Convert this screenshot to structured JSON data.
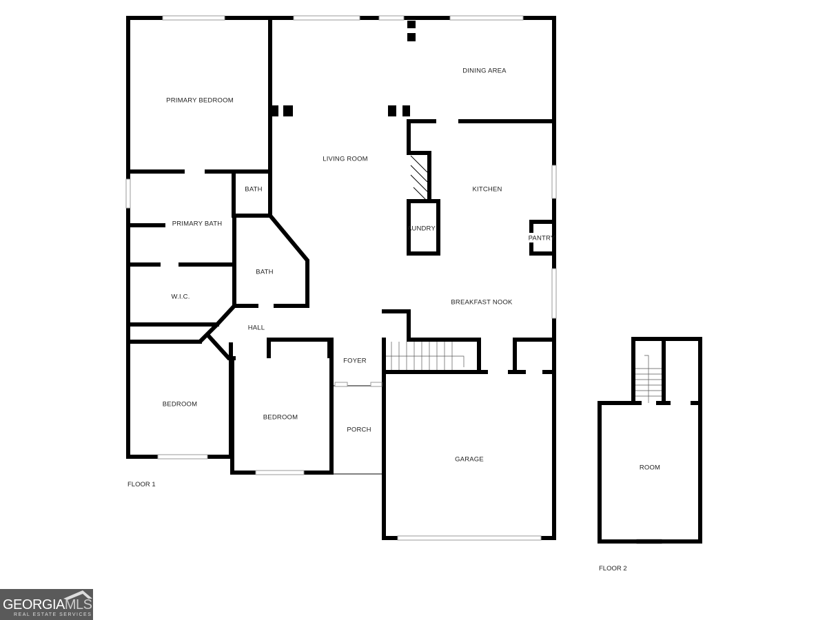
{
  "floor1": {
    "label": "FLOOR 1",
    "rooms": {
      "primary_bedroom": "PRIMARY BEDROOM",
      "living_room": "LIVING ROOM",
      "dining_area": "DINING AREA",
      "kitchen": "KITCHEN",
      "bath_small": "BATH",
      "primary_bath": "PRIMARY BATH",
      "bath": "BATH",
      "laundry": "LAUNDRY",
      "pantry": "PANTRY",
      "wic": "W.I.C.",
      "hall": "HALL",
      "breakfast_nook": "BREAKFAST NOOK",
      "foyer": "FOYER",
      "bedroom_1": "BEDROOM",
      "bedroom_2": "BEDROOM",
      "porch": "PORCH",
      "garage": "GARAGE"
    }
  },
  "floor2": {
    "label": "FLOOR 2",
    "rooms": {
      "room": "ROOM"
    }
  },
  "logo": {
    "main": "GEORGIAMLS",
    "sub": "REAL ESTATE SERVICES"
  }
}
